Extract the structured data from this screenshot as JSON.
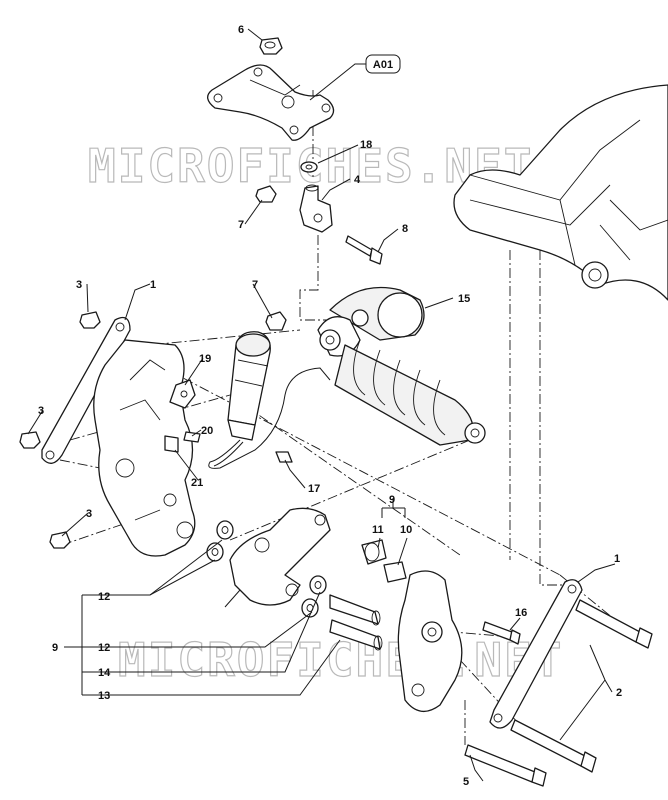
{
  "watermark": "MICROFICHES.NET",
  "reference_tag": "A01",
  "labels": {
    "p1_left": "1",
    "p1_right": "1",
    "p2": "2",
    "p3_top": "3",
    "p3_mid": "3",
    "p3_bottom": "3",
    "p4": "4",
    "p5": "5",
    "p6": "6",
    "p7_top": "7",
    "p7_mid": "7",
    "p8": "8",
    "p9_group": "9",
    "p9_left": "9",
    "p10": "10",
    "p11": "11",
    "p12_a": "12",
    "p12_b": "12",
    "p13": "13",
    "p14": "14",
    "p15": "15",
    "p16": "16",
    "p17": "17",
    "p18": "18",
    "p19": "19",
    "p20": "20",
    "p21": "21"
  },
  "colors": {
    "line": "#1a1a1a",
    "watermark": "#b9b9b9"
  }
}
